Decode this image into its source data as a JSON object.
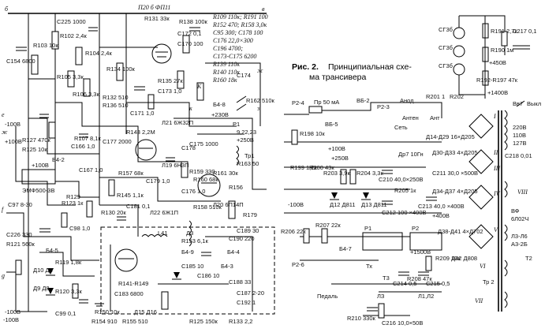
{
  "caption": {
    "line1_label": "Рис. 2.",
    "line1_rest": "Принципиальная схе-",
    "line2": "ма трансивера"
  },
  "top_bus": {
    "left_letter": "б",
    "title": "П20 б ФП11",
    "right_letter": "в"
  },
  "left_block_labels": [
    "С225 1000",
    "R102 2,4к",
    "R104 2,4к",
    "R103 10к",
    "С154 6800",
    "R105 3,3к",
    "R106 3,3к",
    "R107 8,1к",
    "С166 1,0",
    "R127 470к",
    "R125 10к",
    "С167 1,0",
    "ЭМФ500-3В",
    "С97 8-30",
    "R123 1к",
    "С226 330",
    "R121 560к",
    "R119 1,8к",
    "R120 3,3к",
    "С99 0,1",
    "Д10 Д8",
    "Д9 Д8",
    "-100В",
    "+100В",
    "Б4-2",
    "Б4-5",
    "R129",
    "С98 1,0"
  ],
  "middle_block_labels": [
    "R131 33к",
    "R138 100к",
    "С172 0,1",
    "С170 100",
    "R134 100к",
    "R132 510",
    "R136 510",
    "С171 1,0",
    "R135 27к",
    "С173 1,0",
    "Л21 6Ж32П",
    "R143 2,2М",
    "С177 2000",
    "С178",
    "Л19 6Н3П",
    "R157 68к",
    "С179 1,0",
    "R145 1,1к",
    "С181 0,1",
    "R130 20к",
    "Л22 6Ж1П",
    "R141-R149",
    "С183 6800",
    "R154 910",
    "R155 510",
    "R150 10к",
    "Д15 Д16",
    "R133 2,2",
    "R125 150к",
    "Б4-9",
    "С185 10",
    "С186 10",
    "Б4-3",
    "L41",
    "R153 6,1к",
    "Б4-4",
    "С190 220",
    "С189 30",
    "С188 33",
    "С187 2-20",
    "С192 1",
    "Д3",
    "R159 330",
    "R160 68к",
    "R158 510к",
    "С176 1,0",
    "Б4-8",
    "Р1",
    "R161 30к",
    "С175 1000",
    "R156",
    "Л20 6П14П",
    "+230В",
    "+250В",
    "9,22,23",
    "R162 510к",
    "С174",
    "Тр1",
    "R163 50",
    "R179"
  ],
  "top_right_list": [
    "R109 110к; R191 100",
    "R152 470; R158 3,0к",
    "С95 300; С178 100",
    "С176 22,0×300",
    "С196 4700;",
    "С173-С175 6200",
    "R139 110к",
    "R140 110к",
    "R160 18к"
  ],
  "right_block_labels": [
    "Р2-4",
    "Пр 50 мА",
    "ВБ-5",
    "ВБ-2",
    "Р2-3",
    "Анод",
    "R201 1",
    "R202",
    "Антен",
    "Сеть",
    "Ант",
    "R198 10к",
    "R199 1,2к",
    "R200 43к",
    "+100В",
    "-100В",
    "+250В",
    "R203 3,9к",
    "R204 3,3к",
    "Д13 Д811",
    "Д12 Д811",
    "С210 40,0×250В",
    "R205 1к",
    "Др7 10Гн",
    "С212 100 ×400В",
    "С213 40,0 ×400В",
    "Д30-Д33 4×Д205",
    "С211 30,0 ×500В",
    "Д34-Д37 4×Д205",
    "+400В",
    "Д14-Д29 16×Д205",
    "R206 22к",
    "R207 22к",
    "Р1",
    "Р2",
    "Р2-6",
    "Б4-7",
    "Тх",
    "Т3",
    "Педаль",
    "Д38-Д41 4×Д702",
    "+1500В",
    "R209 10к",
    "С214 0,5",
    "R208 47к",
    "С215 0,5",
    "Д42 Д808",
    "R210 330к",
    "С216 10,0×50В",
    "ЛЗ",
    "Л1,Л2",
    "Тр 2",
    "ВФ",
    "Л3-Л6"
  ],
  "far_right_labels": [
    "СГ3б",
    "СГ3б",
    "СГ3б",
    "R191 2,7к",
    "R190 1м",
    "+450В",
    "R192-R197 47к",
    "+1400В",
    "С217 0,1",
    "С218 0,01",
    "Вв7",
    "Выкл",
    "220В",
    "110В",
    "127В",
    "I",
    "II",
    "III",
    "IV",
    "V",
    "VI",
    "VII",
    "VIII",
    "6Л02Ч",
    "А3-2Б",
    "Т2"
  ],
  "misc_labels": [
    "е",
    "-100В",
    "ж",
    "+100В",
    "f",
    "g",
    "-100В",
    "К",
    "к",
    "з",
    "ж"
  ]
}
